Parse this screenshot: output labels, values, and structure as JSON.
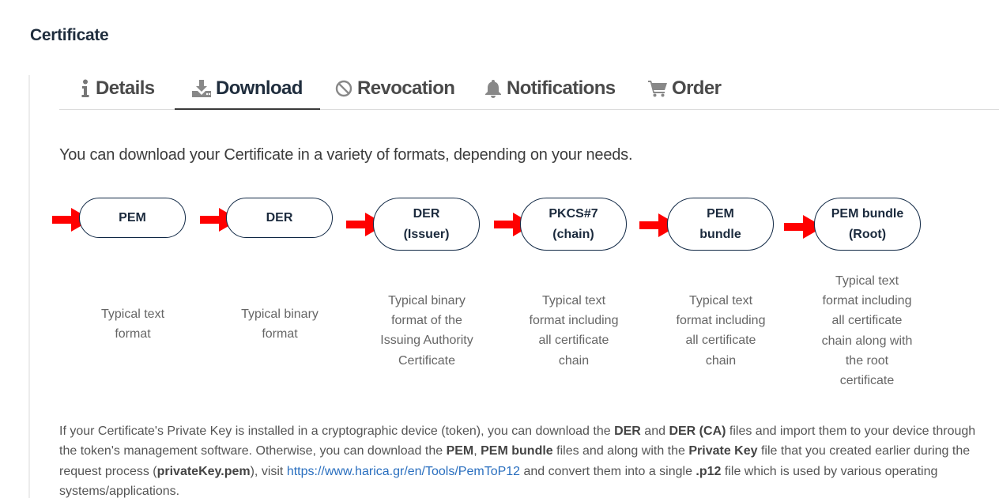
{
  "page_title": "Certificate",
  "tabs": [
    {
      "label": "Details",
      "icon": "info-icon",
      "active": false
    },
    {
      "label": "Download",
      "icon": "download-icon",
      "active": true
    },
    {
      "label": "Revocation",
      "icon": "ban-icon",
      "active": false
    },
    {
      "label": "Notifications",
      "icon": "bell-icon",
      "active": false
    },
    {
      "label": "Order",
      "icon": "cart-icon",
      "active": false
    }
  ],
  "intro": "You can download your Certificate in a variety of formats, depending on your needs.",
  "formats": [
    {
      "line1": "PEM",
      "line2": "",
      "desc": [
        "Typical text",
        "format"
      ]
    },
    {
      "line1": "DER",
      "line2": "",
      "desc": [
        "Typical binary",
        "format"
      ]
    },
    {
      "line1": "DER",
      "line2": "(Issuer)",
      "desc": [
        "Typical binary",
        "format of the",
        "Issuing Authority",
        "Certificate"
      ]
    },
    {
      "line1": "PKCS#7",
      "line2": "(chain)",
      "desc": [
        "Typical text",
        "format including",
        "all certificate",
        "chain"
      ]
    },
    {
      "line1": "PEM",
      "line2": "bundle",
      "desc": [
        "Typical text",
        "format including",
        "all certificate",
        "chain"
      ]
    },
    {
      "line1": "PEM bundle",
      "line2": "(Root)",
      "desc": [
        "Typical text",
        "format including",
        "all certificate",
        "chain along with",
        "the root",
        "certificate"
      ]
    }
  ],
  "footnote": {
    "t1": "If your Certificate's Private Key is installed in a cryptographic device (token), you can download the ",
    "b1": "DER",
    "t2": " and ",
    "b2": "DER (CA)",
    "t3": " files and import them to your device through the token's management software. Otherwise, you can download the ",
    "b3": "PEM",
    "t4": ", ",
    "b4": "PEM bundle",
    "t5": " files and along with the ",
    "b5": "Private Key",
    "t6": " file that you created earlier during the request process (",
    "b6": "privateKey.pem",
    "t7": "), visit ",
    "link": "https://www.harica.gr/en/Tools/PemToP12",
    "t8": " and convert them into a single ",
    "b7": ".p12",
    "t9": " file which is used by various operating systems/applications."
  },
  "colors": {
    "arrow": "#ff0000",
    "pill_border": "#0f2744",
    "link": "#2a6fbf"
  }
}
